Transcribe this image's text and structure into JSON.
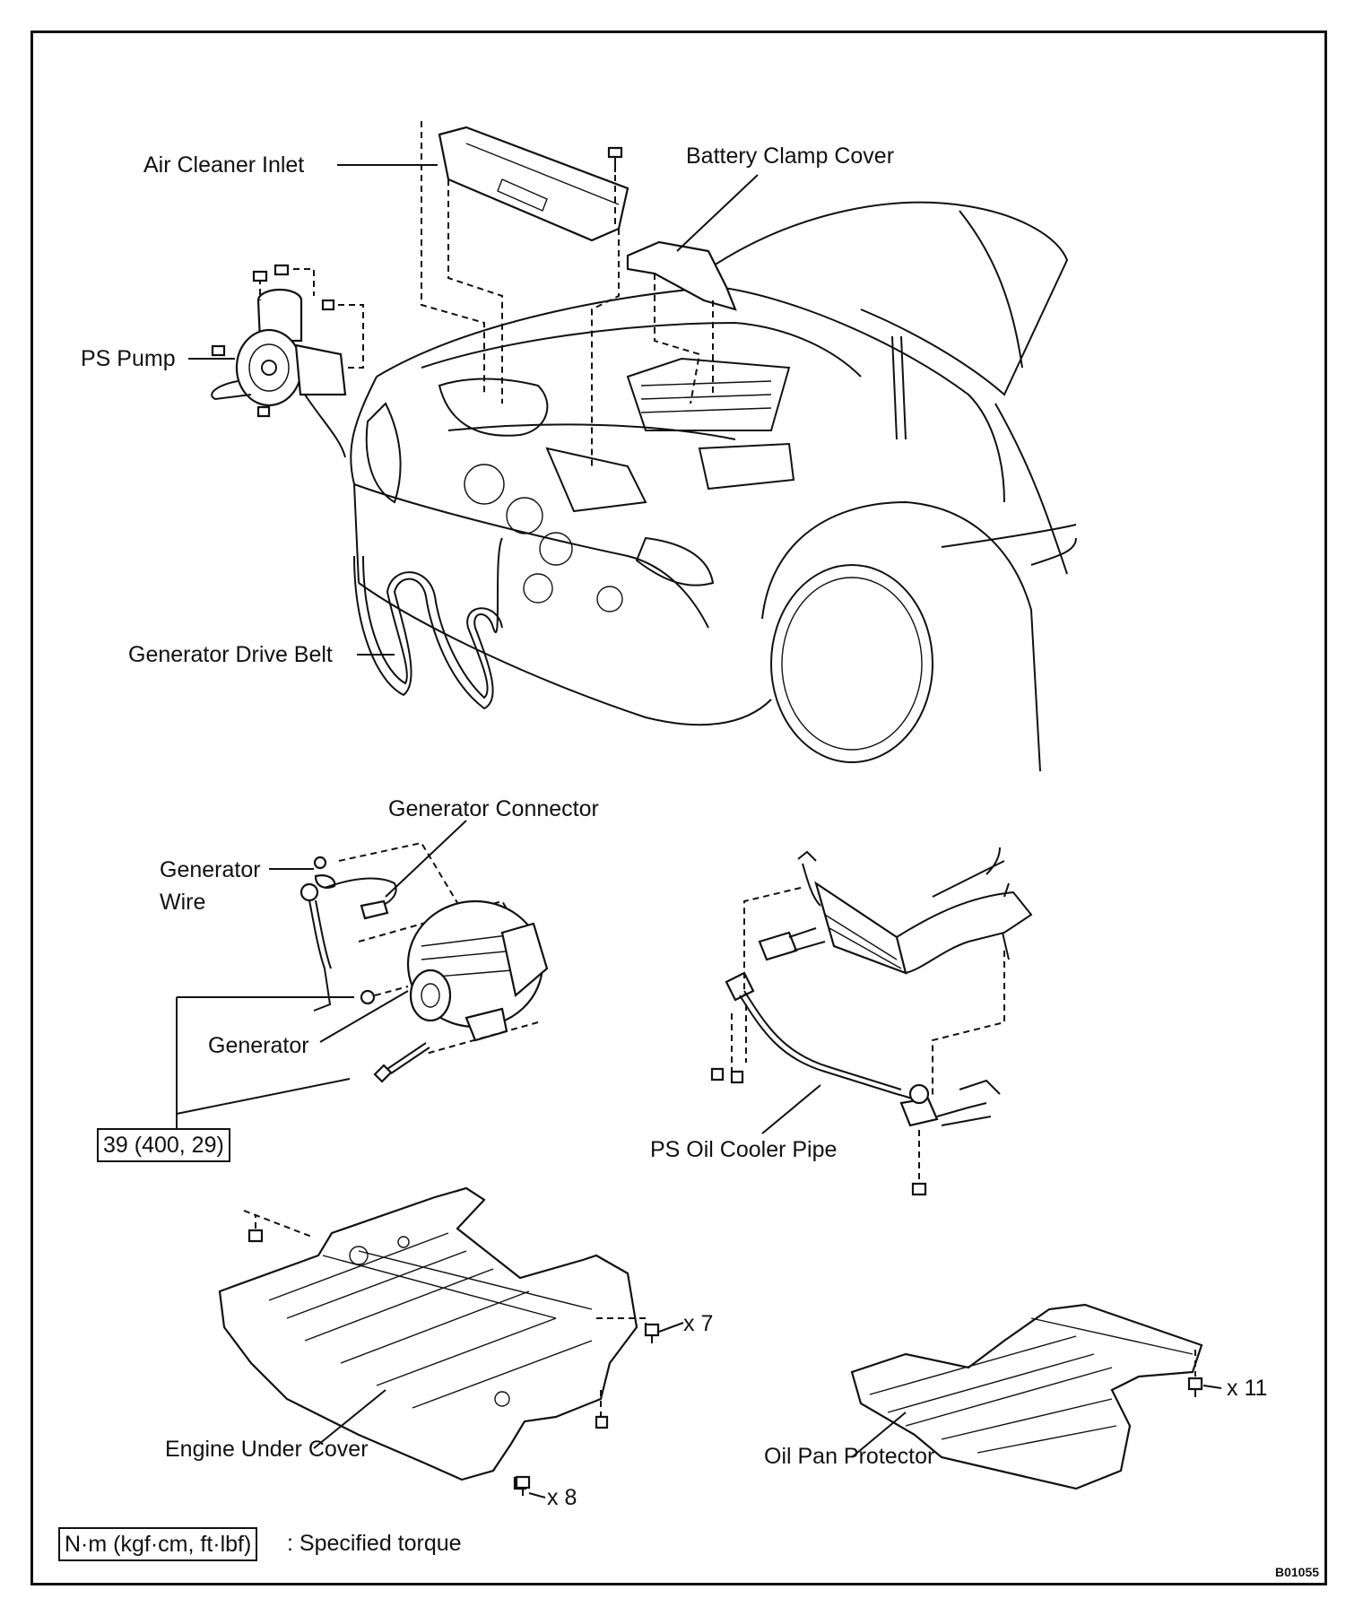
{
  "labels": {
    "air_cleaner_inlet": "Air Cleaner Inlet",
    "battery_clamp_cover": "Battery Clamp Cover",
    "ps_pump": "PS Pump",
    "generator_drive_belt": "Generator Drive Belt",
    "generator_connector": "Generator Connector",
    "generator_wire_line1": "Generator",
    "generator_wire_line2": "Wire",
    "generator": "Generator",
    "ps_oil_cooler_pipe": "PS Oil Cooler Pipe",
    "engine_under_cover": "Engine Under Cover",
    "oil_pan_protector": "Oil Pan Protector"
  },
  "fasteners": {
    "engine_cover_upper_qty": "x 7",
    "engine_cover_lower_qty": "x 8",
    "oil_pan_qty": "x 11"
  },
  "torque": {
    "generator_bolt": "39 (400, 29)"
  },
  "legend": {
    "unit_box": "N·m (kgf·cm, ft·lbf)",
    "description": ": Specified torque"
  },
  "figure_code": "B01055"
}
